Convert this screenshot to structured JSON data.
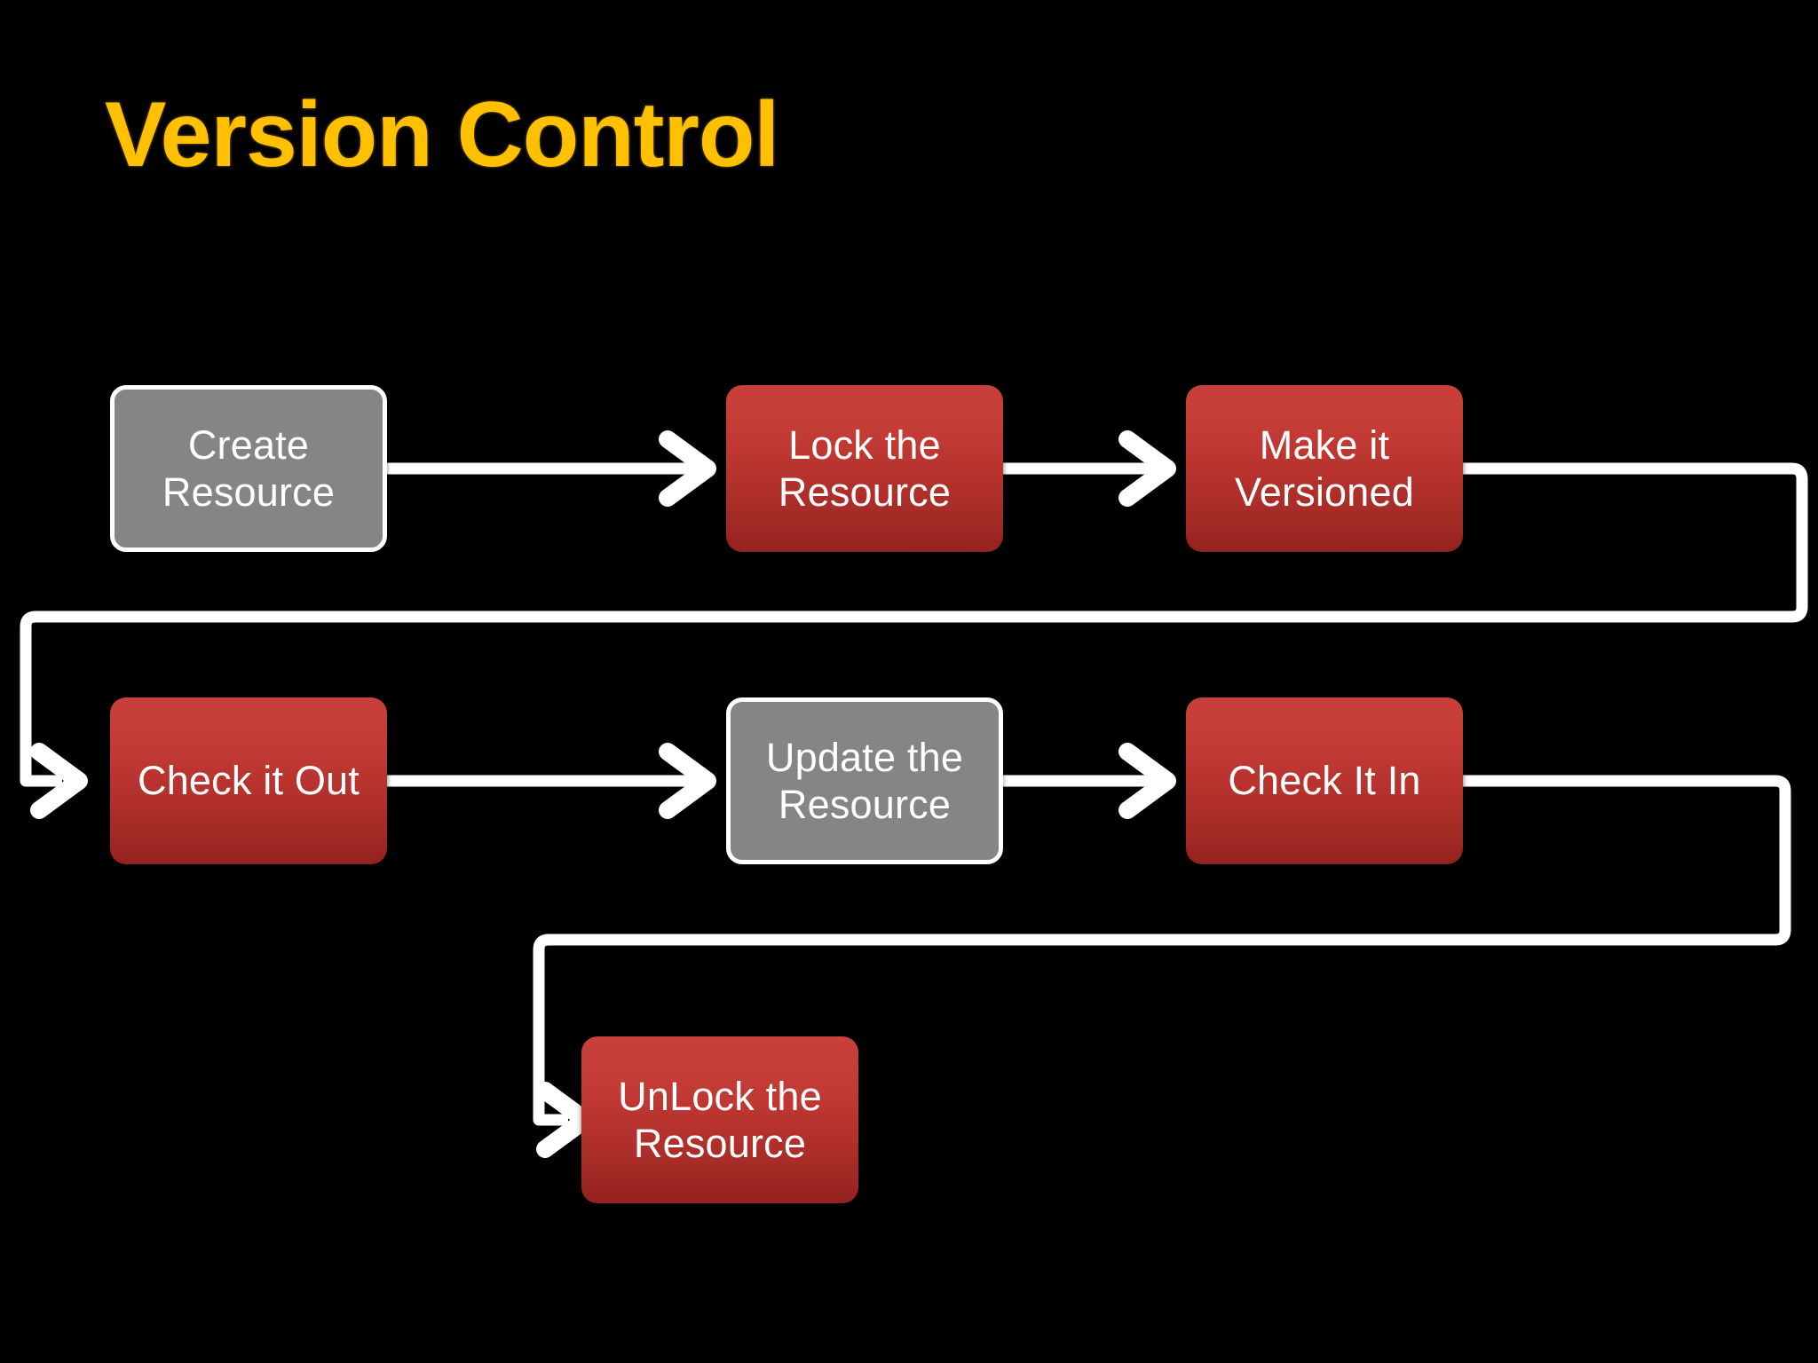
{
  "slide": {
    "title": "Version Control",
    "background_color": "#000000",
    "title_color": "#FFC000"
  },
  "theme": {
    "node_red_top": "#c9403a",
    "node_red_bottom": "#93221e",
    "node_gray_fill": "#858585",
    "node_gray_border": "#ffffff",
    "connector_color": "#ffffff",
    "text_color": "#ffffff"
  },
  "diagram": {
    "type": "flowchart",
    "nodes": [
      {
        "id": "create-resource",
        "label": "Create\nResource",
        "line1": "Create",
        "line2": "Resource",
        "style": "gray"
      },
      {
        "id": "lock-resource",
        "label": "Lock the\nResource",
        "line1": "Lock the",
        "line2": "Resource",
        "style": "red"
      },
      {
        "id": "make-versioned",
        "label": "Make it\nVersioned",
        "line1": "Make it",
        "line2": "Versioned",
        "style": "red"
      },
      {
        "id": "check-it-out",
        "label": "Check it Out",
        "line1": "Check it Out",
        "line2": "",
        "style": "red"
      },
      {
        "id": "update-resource",
        "label": "Update the\nResource",
        "line1": "Update the",
        "line2": "Resource",
        "style": "gray"
      },
      {
        "id": "check-it-in",
        "label": "Check It In",
        "line1": "Check It In",
        "line2": "",
        "style": "red"
      },
      {
        "id": "unlock-resource",
        "label": "UnLock the\nResource",
        "line1": "UnLock the",
        "line2": "Resource",
        "style": "red"
      }
    ],
    "edges": [
      {
        "from": "create-resource",
        "to": "lock-resource",
        "kind": "straight-right"
      },
      {
        "from": "lock-resource",
        "to": "make-versioned",
        "kind": "straight-right"
      },
      {
        "from": "make-versioned",
        "to": "check-it-out",
        "kind": "wrap-right-down-left"
      },
      {
        "from": "check-it-out",
        "to": "update-resource",
        "kind": "straight-right"
      },
      {
        "from": "update-resource",
        "to": "check-it-in",
        "kind": "straight-right"
      },
      {
        "from": "check-it-in",
        "to": "unlock-resource",
        "kind": "wrap-right-down-left"
      }
    ]
  }
}
